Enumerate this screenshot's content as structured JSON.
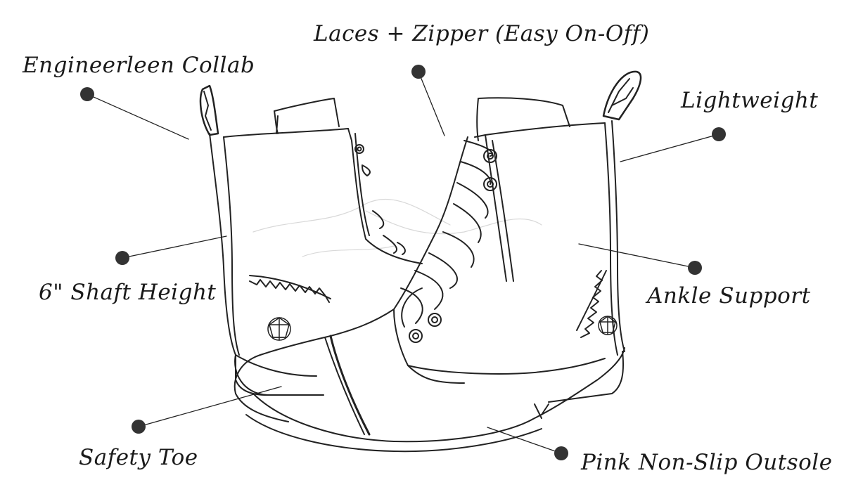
{
  "callouts": {
    "collab": "Engineerleen Collab",
    "laces": "Laces + Zipper (Easy On-Off)",
    "lightweight": "Lightweight",
    "shaft": "6\" Shaft Height",
    "ankle": "Ankle Support",
    "toe": "Safety Toe",
    "outsole": "Pink Non-Slip Outsole"
  },
  "colors": {
    "ink": "#1a1a1a",
    "dot": "#333333",
    "faint": "#cfcfcf"
  }
}
